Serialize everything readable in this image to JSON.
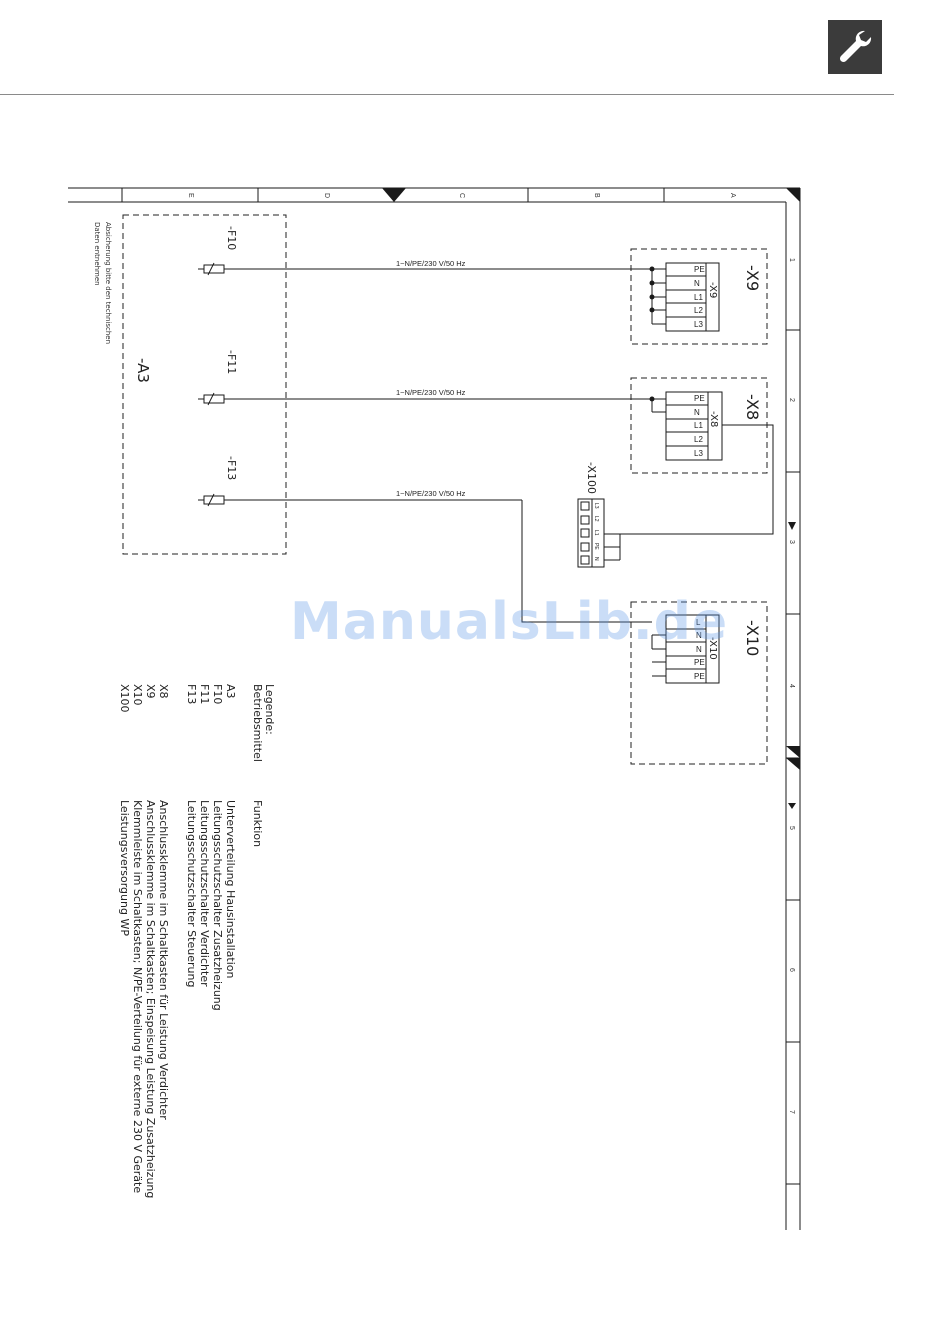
{
  "header": {
    "icon": "wrench-icon",
    "icon_bg": "#3b3b3b"
  },
  "frame": {
    "columns": [
      "E",
      "D",
      "C",
      "B",
      "A"
    ],
    "rows": [
      "1",
      "2",
      "3",
      "4",
      "5",
      "6",
      "7"
    ]
  },
  "note": {
    "line1": "Absicherung bitte den technischen",
    "line2": "Daten entnehmen"
  },
  "distribution": {
    "label": "-A3"
  },
  "breakers": {
    "f10": "-F10",
    "f11": "-F11",
    "f13": "-F13"
  },
  "supply_label": "1~N/PE/230 V/50 Hz",
  "terminals": {
    "x9": {
      "label": "-X9",
      "inner": "-X9",
      "pins": [
        "PE",
        "N",
        "L1",
        "L2",
        "L3"
      ]
    },
    "x8": {
      "label": "-X8",
      "inner": "-X8",
      "pins": [
        "PE",
        "N",
        "L1",
        "L2",
        "L3"
      ]
    },
    "x10": {
      "label": "-X10",
      "inner": "-X10",
      "pins": [
        "L",
        "N",
        "N",
        "PE",
        "PE"
      ]
    },
    "x100": {
      "label": "-X100",
      "pins": [
        "L3",
        "L2",
        "L1",
        "PE",
        "N"
      ]
    }
  },
  "legend": {
    "title": "Legende:",
    "col1_header": "Betriebsmittel",
    "col2_header": "Funktion",
    "items": [
      {
        "code": "A3",
        "desc": "Unterverteilung Hausinstallation"
      },
      {
        "code": "F10",
        "desc": "Leitungsschutzschalter Zusatzheizung"
      },
      {
        "code": "F11",
        "desc": "Leitungsschutzschalter Verdichter"
      },
      {
        "code": "F13",
        "desc": "Leitungsschutzschalter Steuerung"
      },
      {
        "code": "X8",
        "desc": "Anschlussklemme im Schaltkasten für Leistung Verdichter"
      },
      {
        "code": "X9",
        "desc": "Anschlussklemme im Schaltkasten; Einspeisung Leistung Zusatzheizung"
      },
      {
        "code": "X10",
        "desc": "Klemmleiste im Schaltkasten; N/PE-Verteilung für externe 230 V Geräte"
      },
      {
        "code": "X100",
        "desc": "Leistungsversorgung WP"
      }
    ]
  },
  "watermark": "ManualsLib.de"
}
